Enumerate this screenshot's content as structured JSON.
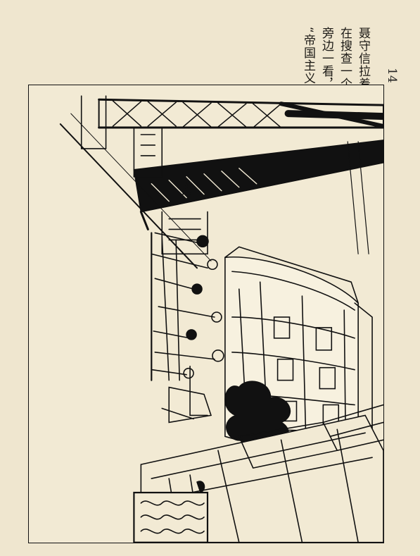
{
  "page": {
    "number": "14",
    "caption_lines": [
      "聂守信拉着货车上了桥，往",
      "在搜查一个学生模样的青年。他不由气愤地暗骂道：",
      "旁边一看，只见巡捕正",
      "“帝国主义的走狗，看你凶狠到几时？”"
    ]
  },
  "colors": {
    "paper": "#efe6cf",
    "ink": "#111111"
  },
  "icons": {
    "illustration": "bridge-street-scene-illustration"
  }
}
